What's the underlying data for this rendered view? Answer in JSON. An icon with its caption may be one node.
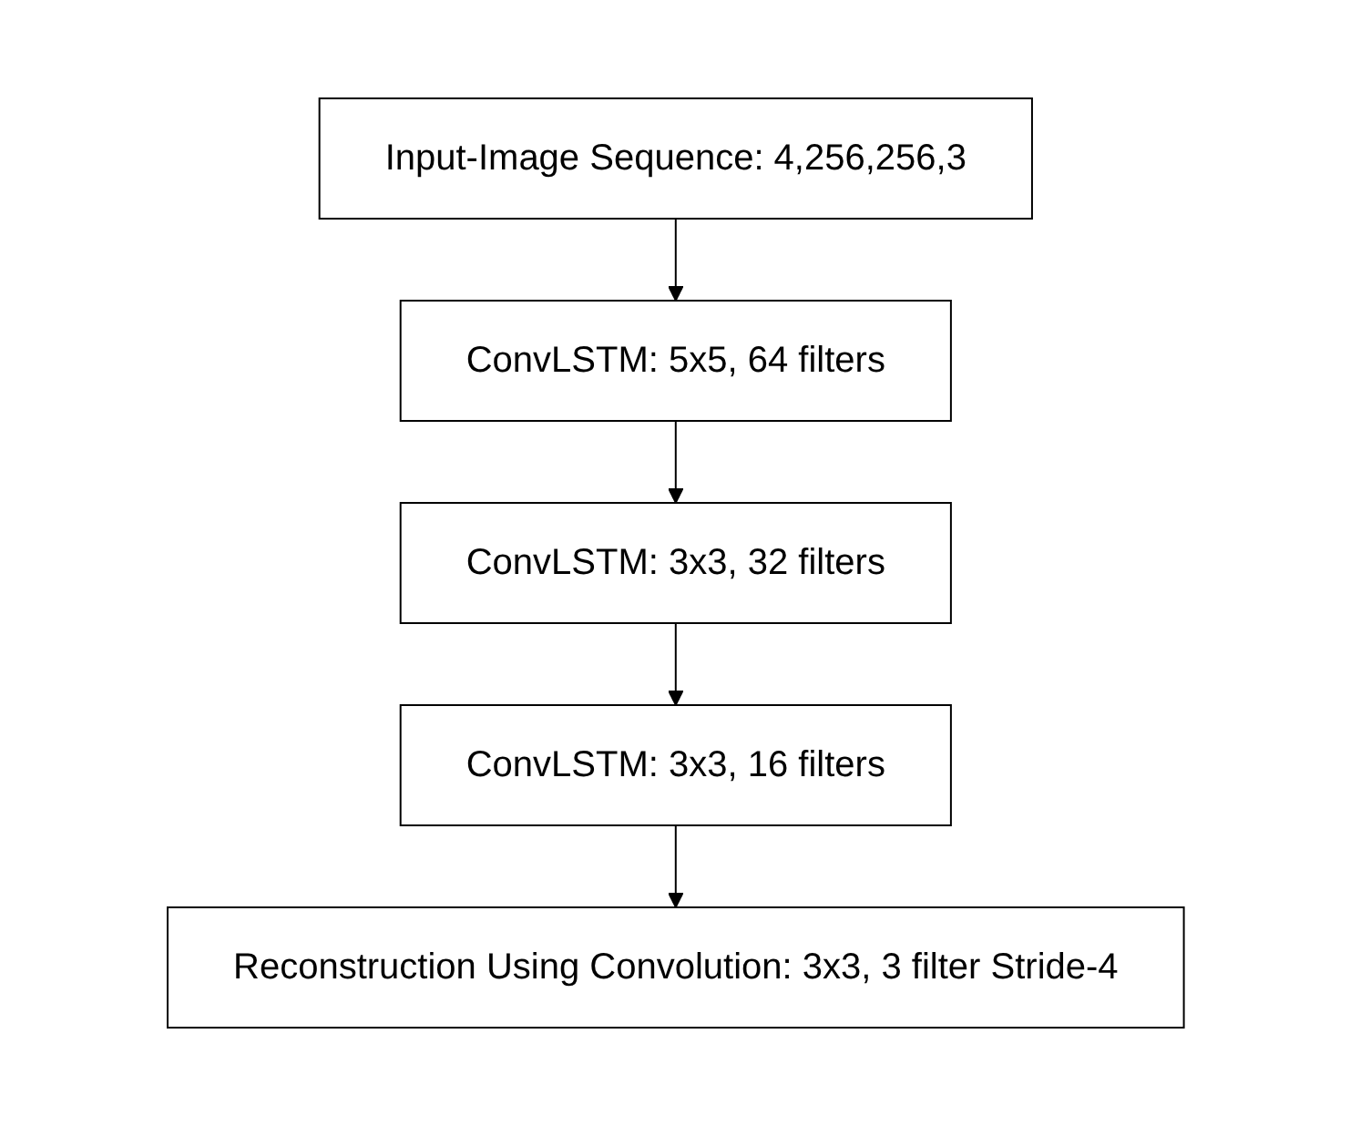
{
  "diagram": {
    "nodes": [
      {
        "text": [
          "Input-Image Sequence:  4,256,256,3"
        ]
      },
      {
        "text": [
          "ConvLSTM: 5x5, 64 filters"
        ]
      },
      {
        "text": [
          "ConvLSTM: 3x3, 32 filters"
        ]
      },
      {
        "text": [
          "ConvLSTM: 3x3, 16 filters"
        ]
      },
      {
        "text": [
          "Reconstruction Using Convolution: 3x3, 3 filter Stride-4"
        ]
      }
    ],
    "edges": [
      {
        "from": 0,
        "to": 1,
        "arrow": "to"
      },
      {
        "from": 1,
        "to": 2,
        "arrow": "to"
      },
      {
        "from": 2,
        "to": 3,
        "arrow": "to"
      },
      {
        "from": 3,
        "to": 4,
        "arrow": "to"
      }
    ]
  }
}
